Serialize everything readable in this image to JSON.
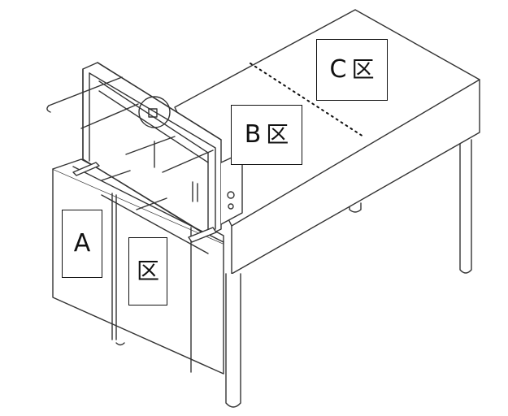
{
  "labels": {
    "a": "A",
    "b_letter": "B",
    "b_char": "区",
    "c_letter": "C",
    "c_char": "区",
    "front_char": "区"
  }
}
